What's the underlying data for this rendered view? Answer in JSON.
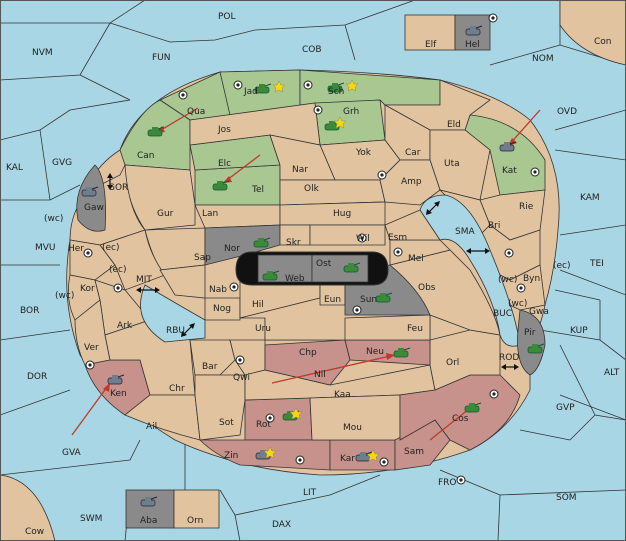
{
  "title": "",
  "colors": {
    "sea": "#a9d6e4",
    "land": "#e1c49f",
    "player_green": "#a9c891",
    "player_red": "#c6928b",
    "player_grey": "#8a8a8a",
    "arrow": "#c0392b"
  },
  "icons": {
    "army": "tank-icon",
    "supply_center": "supply-center-dot",
    "star": "star-icon"
  },
  "regions": {
    "POL": "POL",
    "NVM": "NVM",
    "FUN": "FUN",
    "COB": "COB",
    "NOM": "NOM",
    "Con": "Con",
    "OVD": "OVD",
    "KAL": "KAL",
    "GVG": "GVG",
    "GOR": "GOR",
    "KAM": "KAM",
    "MVU": "MVU",
    "TEI": "TEI",
    "BOR": "BOR",
    "MIT": "MIT",
    "RBU": "RBU",
    "BUC": "BUC",
    "KUP": "KUP",
    "DOR": "DOR",
    "ROD": "ROD",
    "ALT": "ALT",
    "GVP": "GVP",
    "GVA": "GVA",
    "FRO": "FRO",
    "SOM": "SOM",
    "LIT": "LIT",
    "SWM": "SWM",
    "DAX": "DAX",
    "Cow": "Cow",
    "SMA": "SMA",
    "Elf": "Elf",
    "Hel": "Hel",
    "Aba": "Aba",
    "Orn": "Orn",
    "Jad": "Jad",
    "Sch": "Sch",
    "Qua": "Qua",
    "Jos": "Jos",
    "Grh": "Grh",
    "Eld": "Eld",
    "Can": "Can",
    "Elc": "Elc",
    "Yok": "Yok",
    "Car": "Car",
    "Uta": "Uta",
    "Kat": "Kat",
    "Nar": "Nar",
    "Tel": "Tel",
    "Olk": "Olk",
    "Amp": "Amp",
    "Gaw": "Gaw",
    "Gur": "Gur",
    "Lan": "Lan",
    "Hug": "Hug",
    "Rie": "Rie",
    "Bri": "Bri",
    "Wil": "Wil",
    "Esm": "Esm",
    "Her": "Her",
    "Nor": "Nor",
    "Skr": "Skr",
    "Ost": "Ost",
    "Mel": "Mel",
    "Sap": "Sap",
    "Web": "Web",
    "Byn": "Byn",
    "Kor": "Kor",
    "Nab": "Nab",
    "Eun": "Eun",
    "Sun": "Sun",
    "Obs": "Obs",
    "Gwa": "Gwa",
    "Hil": "Hil",
    "Nog": "Nog",
    "Pir": "Pir",
    "Ark": "Ark",
    "Uru": "Uru",
    "Feu": "Feu",
    "Ver": "Ver",
    "Chp": "Chp",
    "Neu": "Neu",
    "Bar": "Bar",
    "Orl": "Orl",
    "Qwi": "Qwi",
    "Nil": "Nil",
    "Ken": "Ken",
    "Chr": "Chr",
    "Kaa": "Kaa",
    "Rot": "Rot",
    "Ail": "Ail",
    "Sot": "Sot",
    "Mou": "Mou",
    "Cos": "Cos",
    "Zin": "Zin",
    "Kar": "Kar",
    "Sam": "Sam"
  },
  "coast_markers": {
    "wc_her": "(wc)",
    "ec_her": "(ec)",
    "ec_kor": "(ec)",
    "wc_kor": "(wc)",
    "wc_byn": "(wc)",
    "ec_byn": "(ec)",
    "wc_gwa": "(wc)"
  }
}
